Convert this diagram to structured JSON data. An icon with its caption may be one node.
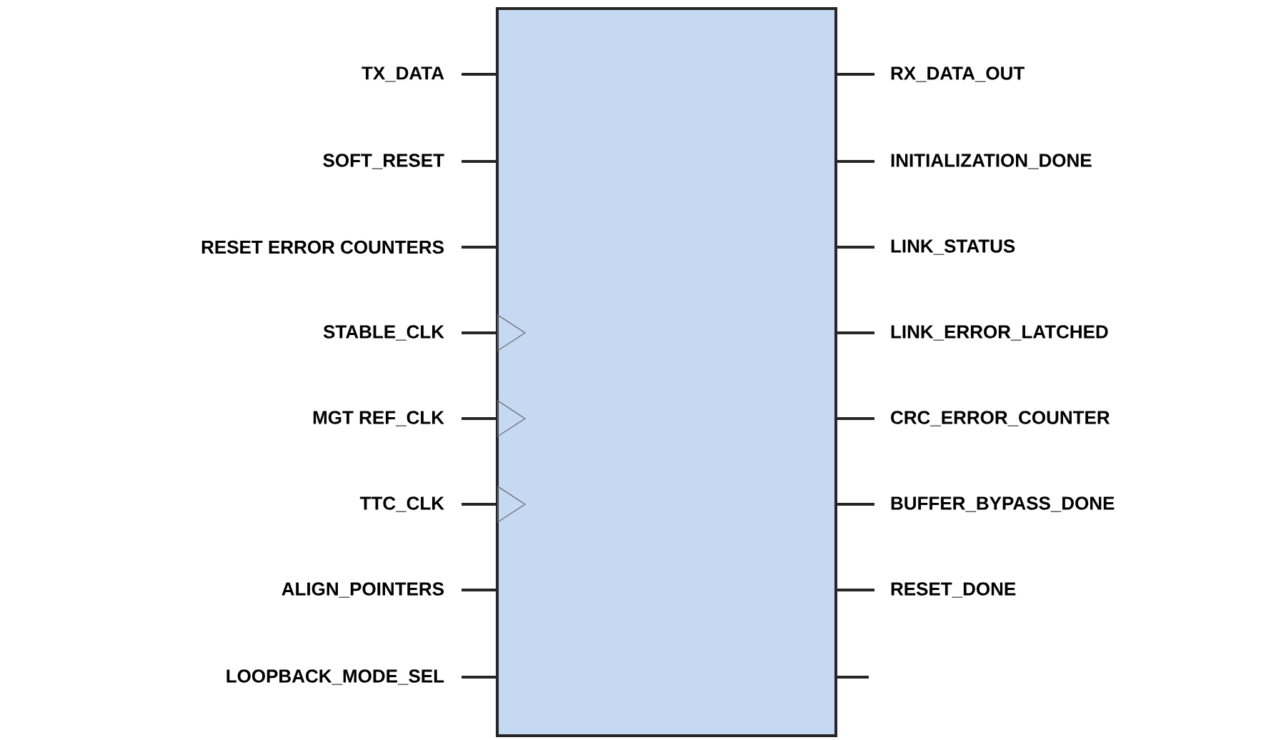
{
  "diagram": {
    "nodes": [
      {
        "text": [],
        "shape": "box"
      },
      {
        "text": [
          "TX_DATA"
        ]
      },
      {
        "text": [
          "SOFT_RESET"
        ]
      },
      {
        "text": [
          "RESET ERROR COUNTERS"
        ]
      },
      {
        "text": [
          "STABLE_CLK"
        ]
      },
      {
        "text": [
          "MGT REF_CLK"
        ]
      },
      {
        "text": [
          "TTC_CLK"
        ]
      },
      {
        "text": [
          "ALIGN_POINTERS"
        ]
      },
      {
        "text": [
          "LOOPBACK_MODE_SEL"
        ]
      },
      {
        "text": [
          "RX_DATA_OUT"
        ]
      },
      {
        "text": [
          "INITIALIZATION_DONE"
        ]
      },
      {
        "text": [
          "LINK_STATUS"
        ]
      },
      {
        "text": [
          "LINK_ERROR_LATCHED"
        ]
      },
      {
        "text": [
          "CRC_ERROR_COUNTER"
        ]
      },
      {
        "text": [
          "BUFFER_BYPASS_DONE"
        ]
      },
      {
        "text": [
          "RESET_DONE"
        ]
      }
    ],
    "edges": [
      {
        "from": 1,
        "to": 0,
        "arrow": "none"
      },
      {
        "from": 2,
        "to": 0,
        "arrow": "none"
      },
      {
        "from": 3,
        "to": 0,
        "arrow": "none"
      },
      {
        "from": 4,
        "to": 0,
        "arrow": "to"
      },
      {
        "from": 5,
        "to": 0,
        "arrow": "to"
      },
      {
        "from": 6,
        "to": 0,
        "arrow": "to"
      },
      {
        "from": 7,
        "to": 0,
        "arrow": "none"
      },
      {
        "from": 8,
        "to": 0,
        "arrow": "none"
      },
      {
        "from": 0,
        "to": 9,
        "arrow": "none"
      },
      {
        "from": 0,
        "to": 10,
        "arrow": "none"
      },
      {
        "from": 0,
        "to": 11,
        "arrow": "none"
      },
      {
        "from": 0,
        "to": 12,
        "arrow": "none"
      },
      {
        "from": 0,
        "to": 13,
        "arrow": "none"
      },
      {
        "from": 0,
        "to": 14,
        "arrow": "none"
      },
      {
        "from": 0,
        "to": 15,
        "arrow": "none"
      },
      {
        "from": 0,
        "to": null,
        "arrow": "none"
      }
    ]
  }
}
